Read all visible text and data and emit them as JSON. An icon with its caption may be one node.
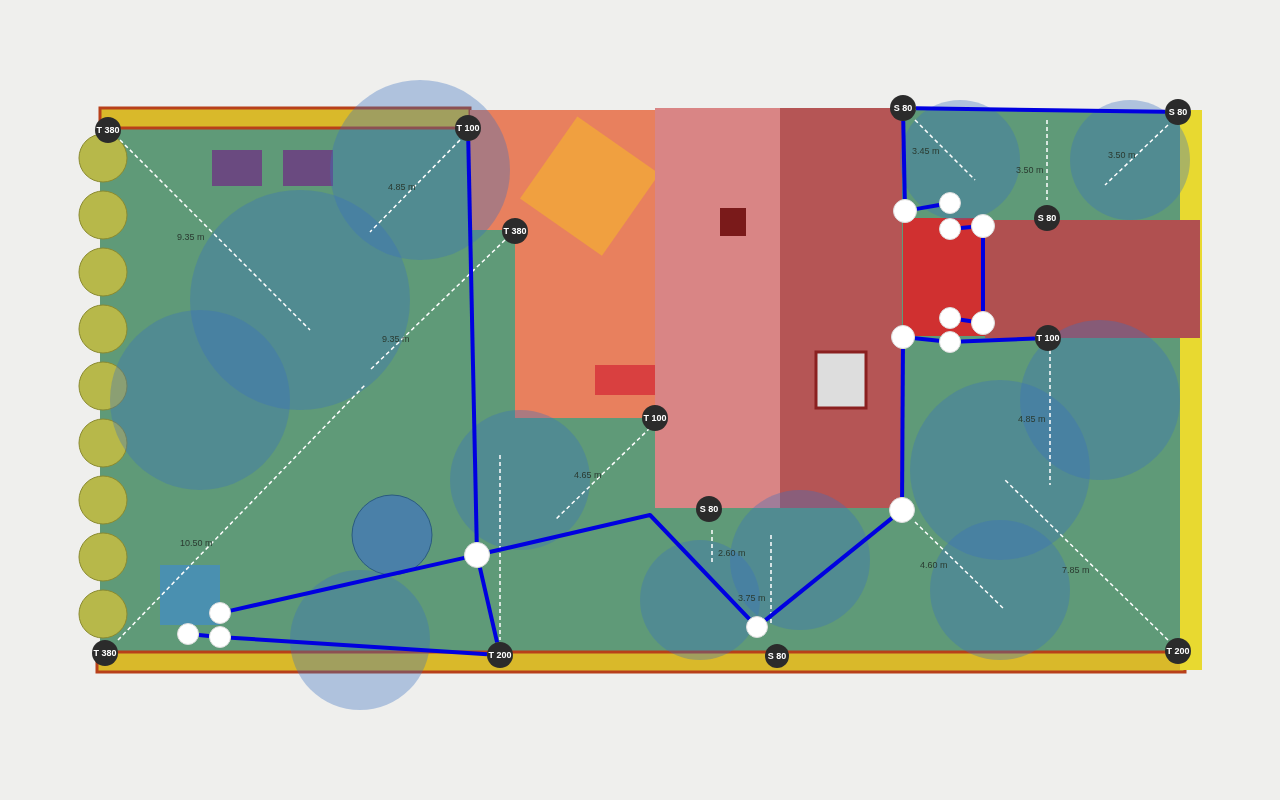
{
  "diagram": {
    "nodes": [
      {
        "text": [
          "T 380"
        ]
      },
      {
        "text": [
          "T 100"
        ]
      },
      {
        "text": [
          "S 80"
        ]
      },
      {
        "text": [
          "S 80"
        ]
      },
      {
        "text": [
          "T 380"
        ]
      },
      {
        "text": [
          "S 80"
        ]
      },
      {
        "text": [
          "T 100"
        ]
      },
      {
        "text": [
          "T 100"
        ]
      },
      {
        "text": [
          "S 80"
        ]
      },
      {
        "text": [
          "T 380"
        ]
      },
      {
        "text": [
          "T 200"
        ]
      },
      {
        "text": [
          "S 80"
        ]
      },
      {
        "text": [
          "T 200"
        ]
      },
      {
        "text": [],
        "shape": "circle"
      },
      {
        "text": [],
        "shape": "circle"
      },
      {
        "text": [],
        "shape": "circle"
      },
      {
        "text": [],
        "shape": "circle"
      },
      {
        "text": [],
        "shape": "circle"
      },
      {
        "text": [],
        "shape": "circle"
      },
      {
        "text": [],
        "shape": "circle"
      },
      {
        "text": [],
        "shape": "circle"
      },
      {
        "text": [],
        "shape": "circle"
      },
      {
        "text": [],
        "shape": "circle"
      },
      {
        "text": [],
        "shape": "circle"
      },
      {
        "text": [],
        "shape": "circle"
      },
      {
        "text": [],
        "shape": "circle"
      },
      {
        "text": [],
        "shape": "circle"
      }
    ],
    "edges": [
      {
        "from": 1,
        "to": 22,
        "arrow": "none"
      },
      {
        "from": 22,
        "to": 10,
        "arrow": "none"
      },
      {
        "from": 23,
        "to": 22,
        "arrow": "none"
      },
      {
        "from": 25,
        "to": 10,
        "arrow": "none"
      },
      {
        "from": 24,
        "to": 25,
        "arrow": "none"
      },
      {
        "from": 22,
        "to": 26,
        "arrow": "none"
      },
      {
        "from": 26,
        "to": 21,
        "arrow": "none"
      },
      {
        "from": 21,
        "to": 19,
        "arrow": "none"
      },
      {
        "from": 2,
        "to": 3,
        "arrow": "none"
      },
      {
        "from": 2,
        "to": 13,
        "arrow": "none"
      },
      {
        "from": 13,
        "to": 14,
        "arrow": "none"
      },
      {
        "from": 15,
        "to": 16,
        "arrow": "none"
      },
      {
        "from": 16,
        "to": 18,
        "arrow": "none"
      },
      {
        "from": 18,
        "to": 17,
        "arrow": "none"
      },
      {
        "from": 19,
        "to": 20,
        "arrow": "none"
      },
      {
        "from": 20,
        "to": 6,
        "arrow": "none"
      }
    ],
    "labels": [
      "3.45 m",
      "3.50 m",
      "3.50 m",
      "4.85 m",
      "9.35 m",
      "9.35 m",
      "4.85 m",
      "4.65 m",
      "10.50 m",
      "2.60 m",
      "4.60 m",
      "7.85 m",
      "3.75 m"
    ]
  }
}
